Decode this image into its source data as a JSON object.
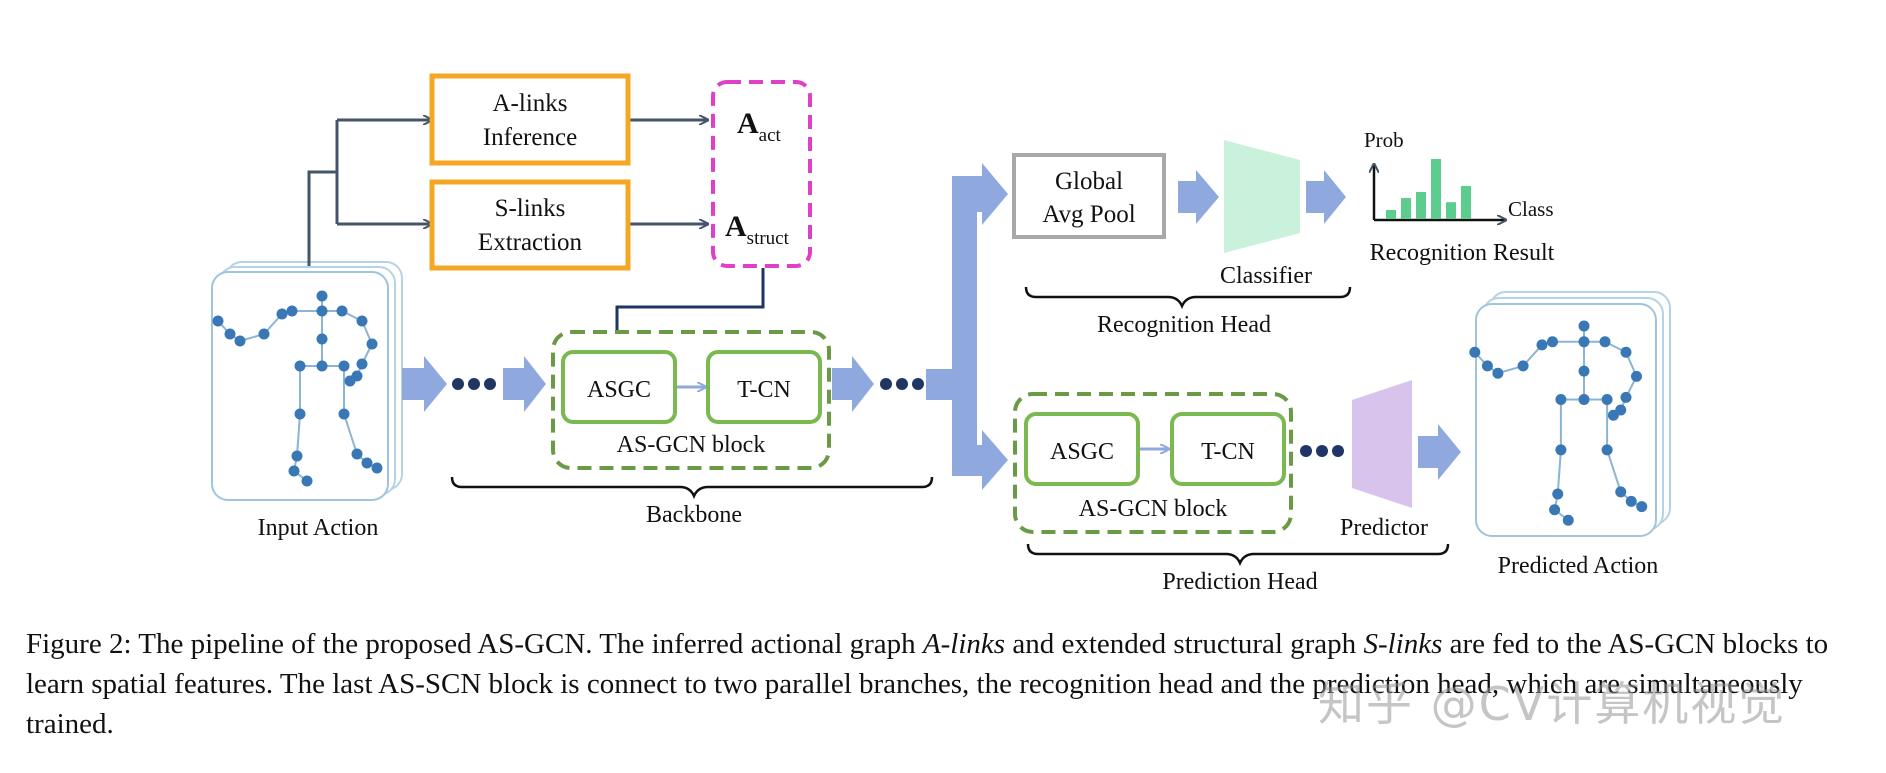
{
  "figure": {
    "boxes": {
      "alinks": [
        "A-links",
        "Inference"
      ],
      "slinks": [
        "S-links",
        "Extraction"
      ],
      "global_pool": [
        "Global",
        "Avg Pool"
      ]
    },
    "matrices": {
      "a_act": {
        "main": "A",
        "sub": "act"
      },
      "a_struct": {
        "main": "A",
        "sub": "struct"
      }
    },
    "backbone": {
      "asgc": "ASGC",
      "tcn": "T-CN",
      "block": "AS-GCN block",
      "label": "Backbone"
    },
    "prediction": {
      "asgc": "ASGC",
      "tcn": "T-CN",
      "block": "AS-GCN block",
      "predictor": "Predictor",
      "label": "Prediction Head"
    },
    "recognition": {
      "classifier": "Classifier",
      "label": "Recognition Head",
      "prob_axis": "Prob",
      "class_axis": "Class",
      "result": "Recognition Result",
      "bars": [
        0.15,
        0.35,
        0.45,
        1.0,
        0.28,
        0.55
      ]
    },
    "input_label": "Input Action",
    "output_label": "Predicted Action"
  },
  "caption": {
    "lead": "Figure 2:",
    "part1": "The pipeline of the proposed AS-GCN. The inferred actional graph ",
    "em1": "A-links",
    "part2": " and extended structural graph ",
    "em2": "S-links",
    "part3": " are fed to the AS-GCN blocks to learn spatial features. The last AS-SCN block is connect to two parallel branches, the recognition head and the prediction head, which are simultaneously trained."
  },
  "watermark": "知乎 @CV计算机视觉",
  "colors": {
    "orange": "#f5a623",
    "magenta": "#e040c8",
    "green_dash": "#6a9a45",
    "green_solid": "#7ab850",
    "arrow_blue": "#8fa9df",
    "line_dark": "#44546a",
    "joint": "#3a78b5",
    "bar": "#5ccc8f",
    "classifier": "#c9f1dc",
    "predictor": "#d8c3ec"
  }
}
